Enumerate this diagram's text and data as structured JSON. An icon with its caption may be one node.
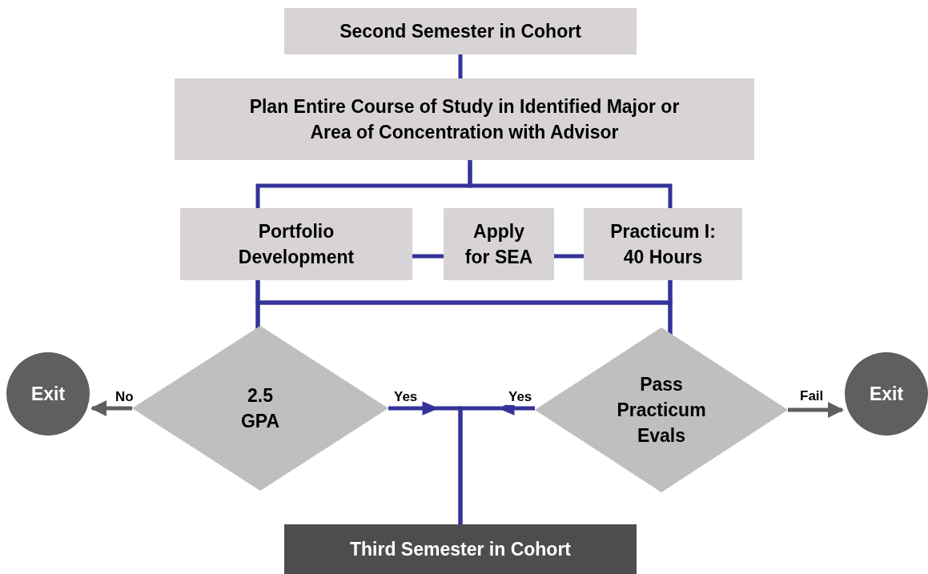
{
  "diagram": {
    "nodes": [
      {
        "text": [
          "Second Semester in Cohort"
        ]
      },
      {
        "text": [
          "Plan Entire Course of Study in Identified Major or Area of Concentration with Advisor"
        ]
      },
      {
        "text": [
          "Portfolio Development"
        ]
      },
      {
        "text": [
          "Apply for SEA"
        ]
      },
      {
        "text": [
          "Practicum I: 40 Hours"
        ]
      },
      {
        "text": [
          "2.5 GPA"
        ]
      },
      {
        "text": [
          "Pass Practicum Evals"
        ]
      },
      {
        "text": [
          "Exit"
        ]
      },
      {
        "text": [
          "Exit"
        ]
      },
      {
        "text": [
          "Third Semester in Cohort"
        ]
      }
    ],
    "edges": [
      {
        "from": 0,
        "to": 1,
        "arrow": "none"
      },
      {
        "from": 1,
        "to": 2,
        "arrow": "none"
      },
      {
        "from": 1,
        "to": 4,
        "arrow": "none"
      },
      {
        "from": 2,
        "to": 3,
        "arrow": "none"
      },
      {
        "from": 3,
        "to": 4,
        "arrow": "none"
      },
      {
        "from": 2,
        "to": 5,
        "arrow": "none"
      },
      {
        "from": 2,
        "to": 6,
        "arrow": "none"
      },
      {
        "from": 4,
        "to": 5,
        "arrow": "none"
      },
      {
        "from": 4,
        "to": 6,
        "arrow": "none"
      },
      {
        "from": 5,
        "to": 7,
        "arrow": "to",
        "label": "No",
        "color": "#5f5f5f"
      },
      {
        "from": 6,
        "to": 8,
        "arrow": "to",
        "label": "Fail",
        "color": "#5f5f5f"
      },
      {
        "from": 5,
        "to": 9,
        "arrow": "to",
        "label": "Yes"
      },
      {
        "from": 6,
        "to": 9,
        "arrow": "to",
        "label": "Yes"
      }
    ]
  }
}
